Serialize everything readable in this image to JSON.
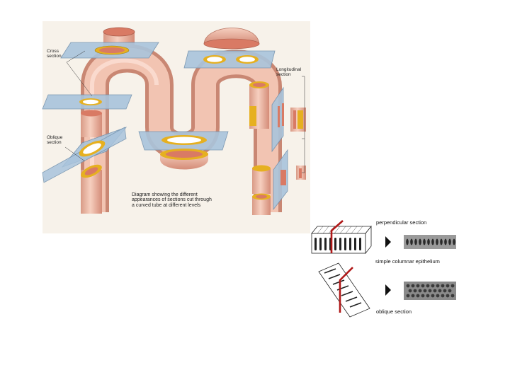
{
  "figure1": {
    "labels": {
      "cross_section": "Cross\nsection",
      "oblique_section": "Oblique\nsection",
      "longitudinal_section": "Longitudinal\nsection"
    },
    "caption": "Diagram showing the different\nappearances of sections cut through\na curved tube at different levels"
  },
  "figure2": {
    "perpendicular_section": "perpendicular section",
    "simple_columnar_epithelium": "simple columnar epithelium",
    "oblique_section": "oblique section"
  },
  "colors": {
    "tube": "#efb9a3",
    "tube_dark": "#d48c78",
    "lumen_rim": "#e6b020",
    "lumen": "#d97a64",
    "plane": "#a9c4dc",
    "paper_bg": "#f7f2ea",
    "red_marker": "#b01818"
  }
}
